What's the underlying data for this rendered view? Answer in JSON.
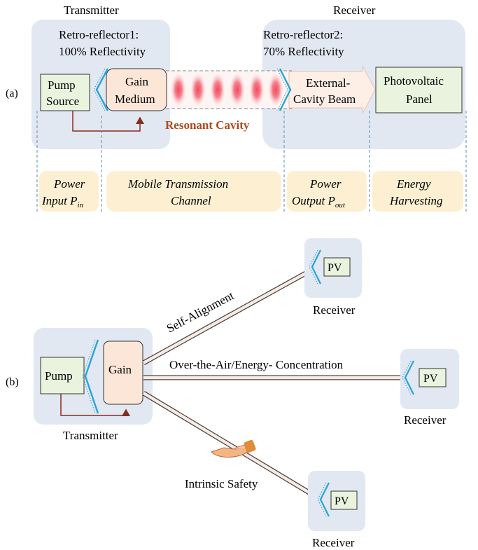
{
  "colors": {
    "panel_bg": "#e2e8f2",
    "green_box": "#e9f3de",
    "gain_box": "#fbe6d8",
    "label_box": "#fdf0d2",
    "mirror": "#29a3d8",
    "dark_red": "#8b2a1e",
    "beam_fill": "#fbeae3",
    "beam_edge": "#7a4a3a",
    "cavity_text": "#b04818",
    "glow": "#f06272"
  },
  "icons": [
    "retro-reflector-icon",
    "hand-icon",
    "arrow-icon"
  ],
  "panel_a": {
    "tag": "(a)",
    "transmitter_title": "Transmitter",
    "receiver_title": "Receiver",
    "rr1_line1": "Retro-reflector1:",
    "rr1_line2": "100% Reflectivity",
    "rr2_line1": "Retro-reflector2:",
    "rr2_line2": "70% Reflectivity",
    "pump_line1": "Pump",
    "pump_line2": "Source",
    "gain_line1": "Gain",
    "gain_line2": "Medium",
    "ext_line1": "External-",
    "ext_line2": "Cavity Beam",
    "pv_line1": "Photovoltaic",
    "pv_line2": "Panel",
    "cavity_label": "Resonant Cavity",
    "label_power_input_1": "Power",
    "label_power_input_2": "Input P",
    "label_power_input_sub": "in",
    "label_channel_1": "Mobile Transmission",
    "label_channel_2": "Channel",
    "label_power_output_1": "Power",
    "label_power_output_2": "Output P",
    "label_power_output_sub": "out",
    "label_energy_1": "Energy",
    "label_energy_2": "Harvesting"
  },
  "panel_b": {
    "tag": "(b)",
    "pump": "Pump",
    "gain": "Gain",
    "transmitter": "Transmitter",
    "receiver_top": "Receiver",
    "receiver_mid": "Receiver",
    "receiver_bottom": "Receiver",
    "pv_top": "PV",
    "pv_mid": "PV",
    "pv_bottom": "PV",
    "beam_align": "Self-Alignment",
    "beam_concentration": "Over-the-Air/Energy- Concentration",
    "beam_safety": "Intrinsic Safety"
  }
}
